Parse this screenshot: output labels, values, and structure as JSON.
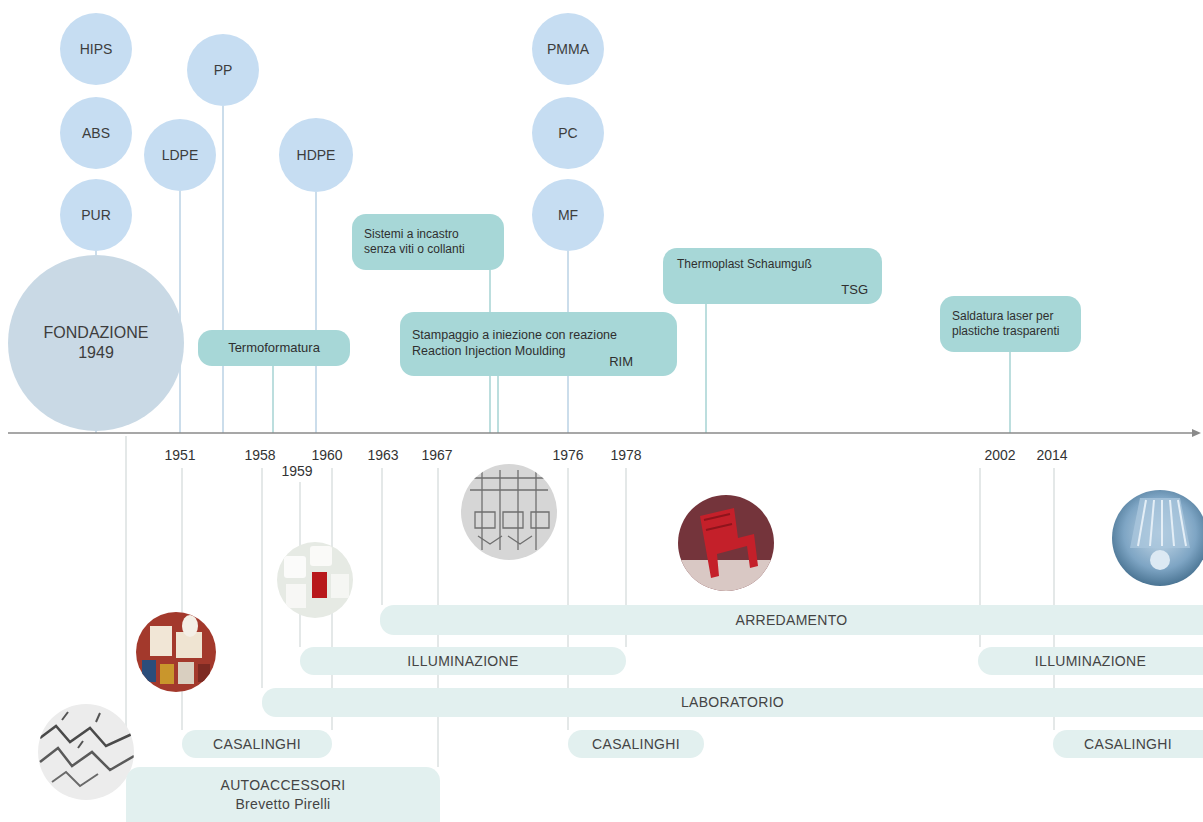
{
  "diagram": {
    "nodes": [
      {
        "text": [
          "HIPS"
        ]
      },
      {
        "text": [
          "PP"
        ]
      },
      {
        "text": [
          "PMMA"
        ]
      },
      {
        "text": [
          "ABS"
        ]
      },
      {
        "text": [
          "LDPE"
        ]
      },
      {
        "text": [
          "HDPE"
        ]
      },
      {
        "text": [
          "PC"
        ]
      },
      {
        "text": [
          "PUR"
        ]
      },
      {
        "text": [
          "MF"
        ]
      },
      {
        "text": [
          "Sistemi a incastro senza viti o collanti"
        ]
      },
      {
        "text": [
          "Thermoplast Schaumguß",
          "TSG"
        ]
      },
      {
        "text": [
          "Saldatura laser per plastiche trasparenti"
        ]
      },
      {
        "text": [
          "FONDAZIONE 1949"
        ]
      },
      {
        "text": [
          "Termoformatura"
        ]
      },
      {
        "text": [
          "Stampaggio a iniezione con reazione Reaction Injection Moulding",
          "RIM"
        ]
      },
      {
        "text": [
          "ARREDAMENTO"
        ]
      },
      {
        "text": [
          "ILLUMINAZIONE"
        ]
      },
      {
        "text": [
          "ILLUMINAZIONE"
        ]
      },
      {
        "text": [
          "LABORATORIO"
        ]
      },
      {
        "text": [
          "CASALINGHI"
        ]
      },
      {
        "text": [
          "CASALINGHI"
        ]
      },
      {
        "text": [
          "CASALINGHI"
        ]
      },
      {
        "text": [
          "AUTOACCESSORI",
          "Brevetto Pirelli"
        ]
      }
    ],
    "labels": [
      "1951",
      "1958",
      "1960",
      "1963",
      "1967",
      "1976",
      "1978",
      "2002",
      "2014",
      "1959"
    ]
  }
}
